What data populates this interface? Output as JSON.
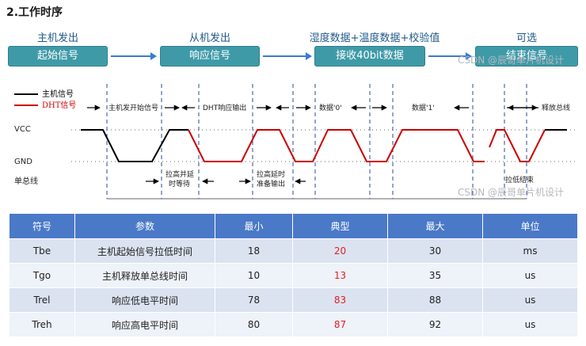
{
  "heading": "2.工作时序",
  "stages": [
    {
      "top": "主机发出",
      "box": "起始信号"
    },
    {
      "top": "从机发出",
      "box": "响应信号"
    },
    {
      "top": "湿度数据+温度数据+校验值",
      "box": "接收40bit数据"
    },
    {
      "top": "可选",
      "box": "结束信号"
    }
  ],
  "watermark": "CSDN @辰哥单片机设计",
  "timing": {
    "legend": {
      "host": "主机信号",
      "dht": "DHT信号"
    },
    "levels": {
      "vcc": "VCC",
      "gnd": "GND",
      "bus": "单总线"
    },
    "top_labels": [
      "主机发开始信号",
      "DHT响应输出",
      "数据'0'",
      "数据'1'",
      "释放总线"
    ],
    "bottom_labels": [
      [
        "拉高并延",
        "时等待"
      ],
      [
        "拉高延时",
        "准备输出"
      ],
      [
        "拉低结束"
      ]
    ],
    "colors": {
      "host": "#000000",
      "dht": "#cc0000",
      "divider": "#2a4a9a"
    }
  },
  "table": {
    "headers": [
      "符号",
      "参数",
      "最小",
      "典型",
      "最大",
      "单位"
    ],
    "rows": [
      [
        "Tbe",
        "主机起始信号拉低时间",
        "18",
        "20",
        "30",
        "ms"
      ],
      [
        "Tgo",
        "主机释放单总线时间",
        "10",
        "13",
        "35",
        "us"
      ],
      [
        "Trel",
        "响应低电平时间",
        "78",
        "83",
        "88",
        "us"
      ],
      [
        "Treh",
        "响应高电平时间",
        "80",
        "87",
        "92",
        "us"
      ]
    ],
    "colors": {
      "header": "#4a79c7",
      "typical": "#e02020"
    }
  }
}
